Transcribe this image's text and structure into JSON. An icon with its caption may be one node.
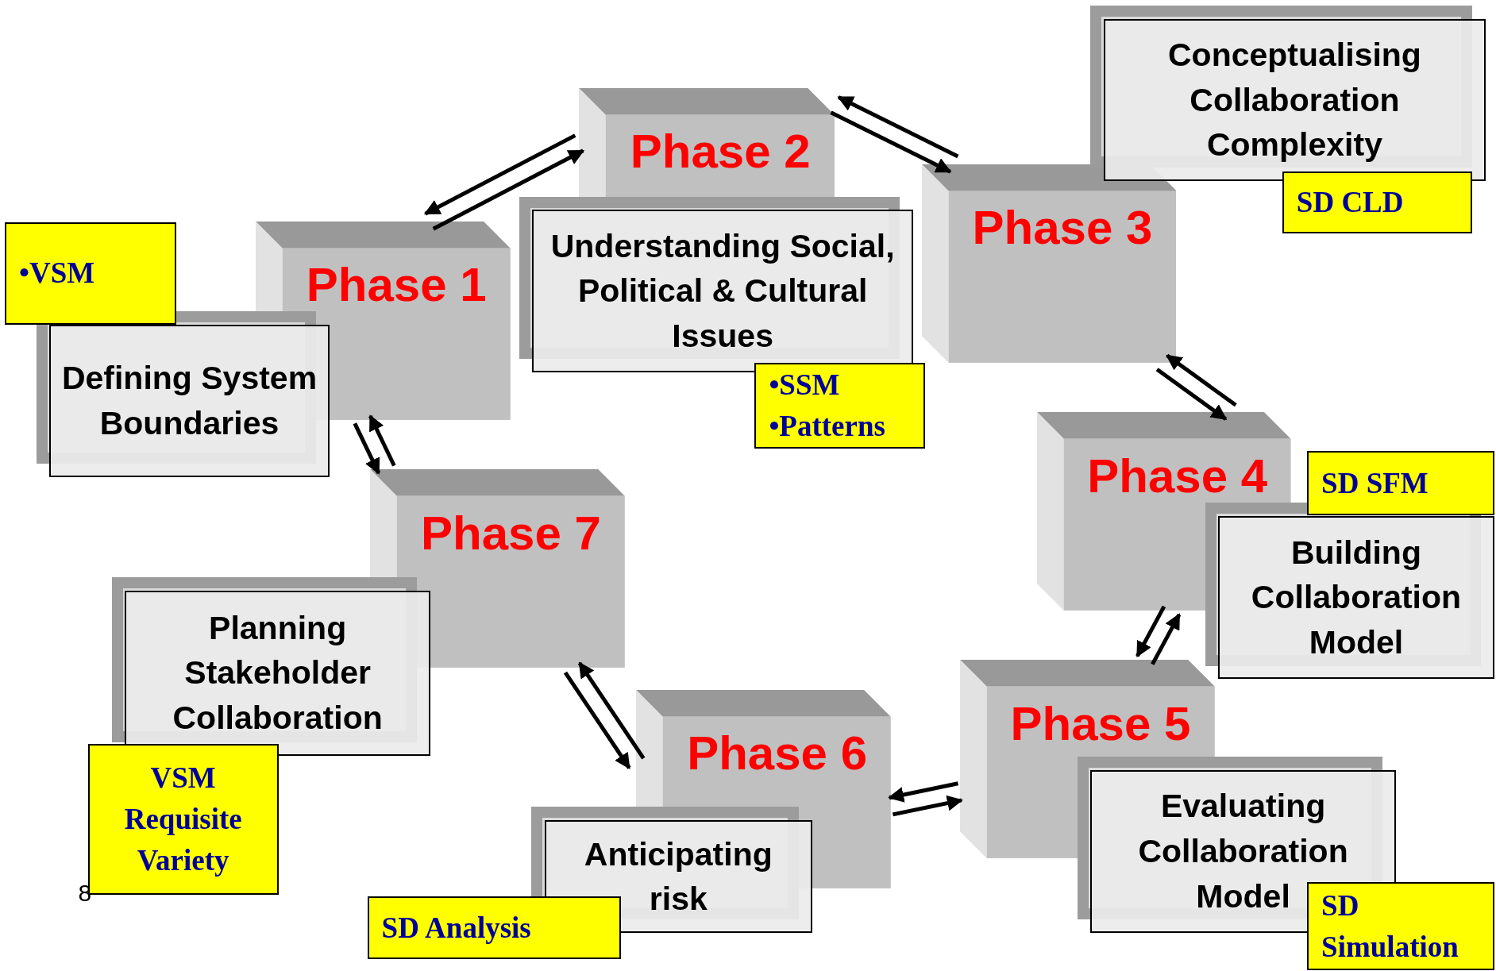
{
  "diagram": {
    "nodes": [
      {
        "text": [
          "Phase 1"
        ]
      },
      {
        "text": [
          "Defining System Boundaries"
        ]
      },
      {
        "text": [
          "•VSM"
        ]
      },
      {
        "text": [
          "Phase 2"
        ]
      },
      {
        "text": [
          "Understanding Social, Political & Cultural Issues"
        ]
      },
      {
        "text": [
          "•SSM",
          "•Patterns"
        ]
      },
      {
        "text": [
          "Phase 3"
        ]
      },
      {
        "text": [
          "Conceptualising Collaboration Complexity"
        ]
      },
      {
        "text": [
          "SD CLD"
        ]
      },
      {
        "text": [
          "Phase 4"
        ]
      },
      {
        "text": [
          "SD SFM"
        ]
      },
      {
        "text": [
          "Building Collaboration Model"
        ]
      },
      {
        "text": [
          "Phase 5"
        ]
      },
      {
        "text": [
          "Evaluating Collaboration Model"
        ]
      },
      {
        "text": [
          "SD Simulation"
        ]
      },
      {
        "text": [
          "Phase 6"
        ]
      },
      {
        "text": [
          "Anticipating risk"
        ]
      },
      {
        "text": [
          "SD Analysis"
        ]
      },
      {
        "text": [
          "Phase 7"
        ]
      },
      {
        "text": [
          "Planning Stakeholder Collaboration"
        ]
      },
      {
        "text": [
          "VSM Requisite Variety"
        ]
      }
    ],
    "edges": [
      {
        "from": 0,
        "to": 3,
        "arrow": "to"
      },
      {
        "from": 3,
        "to": 0,
        "arrow": "to"
      },
      {
        "from": 3,
        "to": 6,
        "arrow": "to"
      },
      {
        "from": 6,
        "to": 3,
        "arrow": "to"
      },
      {
        "from": 6,
        "to": 9,
        "arrow": "to"
      },
      {
        "from": 9,
        "to": 6,
        "arrow": "to"
      },
      {
        "from": 12,
        "to": 9,
        "arrow": "to"
      },
      {
        "from": 9,
        "to": 12,
        "arrow": "to"
      },
      {
        "from": 15,
        "to": 12,
        "arrow": "to"
      },
      {
        "from": 12,
        "to": 15,
        "arrow": "to"
      },
      {
        "from": 18,
        "to": 15,
        "arrow": "to"
      },
      {
        "from": 15,
        "to": 18,
        "arrow": "to"
      },
      {
        "from": 0,
        "to": 18,
        "arrow": "to"
      },
      {
        "from": 18,
        "to": 0,
        "arrow": "to"
      }
    ],
    "labels": [
      "8"
    ]
  }
}
